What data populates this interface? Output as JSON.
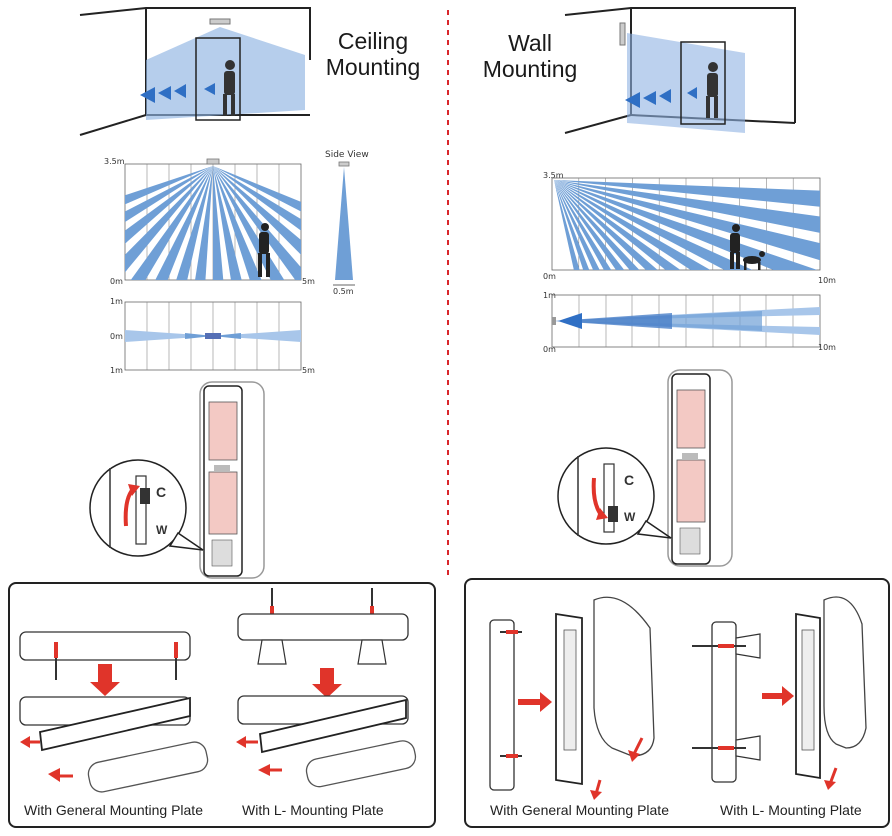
{
  "ceiling": {
    "title_line1": "Ceiling",
    "title_line2": "Mounting",
    "side_view_label": "Side View",
    "height_top": "3.5m",
    "height_bottom": "0m",
    "range": "5m",
    "width": "0.5m",
    "top_1m": "1m",
    "top_0m": "0m",
    "top_1m_bottom": "1m",
    "top_range": "5m",
    "switch_c": "C",
    "switch_w": "W",
    "caption_general": "With General Mounting Plate",
    "caption_l": "With L- Mounting Plate"
  },
  "wall": {
    "title_line1": "Wall",
    "title_line2": "Mounting",
    "height_top": "3.5m",
    "height_bottom": "0m",
    "range": "10m",
    "top_1m": "1m",
    "top_0m": "0m",
    "top_range": "10m",
    "switch_c": "C",
    "switch_w": "W",
    "caption_general": "With General Mounting Plate",
    "caption_l": "With L- Mounting Plate"
  },
  "colors": {
    "beam": "#6f9fd6",
    "beam_light": "#a8c6ea",
    "arrow_blue": "#2f6fc4",
    "arrow_red": "#e0342a",
    "divider": "#d9262c",
    "pcb": "#f3c9c4"
  }
}
